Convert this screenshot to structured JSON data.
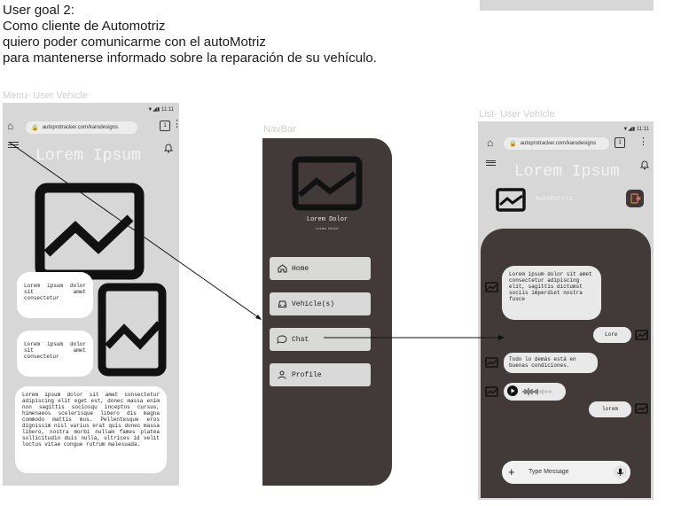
{
  "goal": {
    "lines": [
      "User goal 2:",
      "Como cliente de Automotriz",
      "quiero poder comunicarme con el autoMotriz",
      "para mantenerse informado sobre la reparación de su vehículo."
    ]
  },
  "captions": {
    "menu": "Menu- User Vehicle",
    "navbar": "NavBar",
    "list": "List- User Vehicle"
  },
  "phone": {
    "time": "11:11",
    "url": "autoprotracker.com/karodesigns",
    "tab_count": "1",
    "title": "Lorem Ipsum"
  },
  "menu_screen": {
    "card1": "Lorem ipsum dolor sit amet consectetur",
    "card2": "Lorem ipsum dolor sit amet consectetur",
    "card3": "Lorem ipsum dolor sit amet consectetur adipiscing elit eget est, donec massa enim non sagittis sociosqu inceptos cursus, himenaeos scelerisque libero dis magna commodo mattis mus. Pellentesque eros dignissim nisl varius erat quis donec massa libero, nostra morbi nullam fames platea sollicitudin duis nulla, ultrices id velit luctus vitae congue rutrum malesuada."
  },
  "navbar": {
    "name": "Lorem Dolor",
    "subtitle": "Lorem Dolor",
    "items": [
      "Home",
      "Vehicle(s)",
      "Chat",
      "Profile"
    ]
  },
  "list_screen": {
    "brand": "AutoMotriz",
    "messages": {
      "m1": "Lorem ipsum dolor sit amet consectetur adipiscing elit, sagittis dictumst sociis imperdiet nostra fusce",
      "m2": "Lore",
      "m3": "Todo lo demás está en buenas condiciones.",
      "m5": "lorem"
    },
    "input_placeholder": "Type Message"
  }
}
